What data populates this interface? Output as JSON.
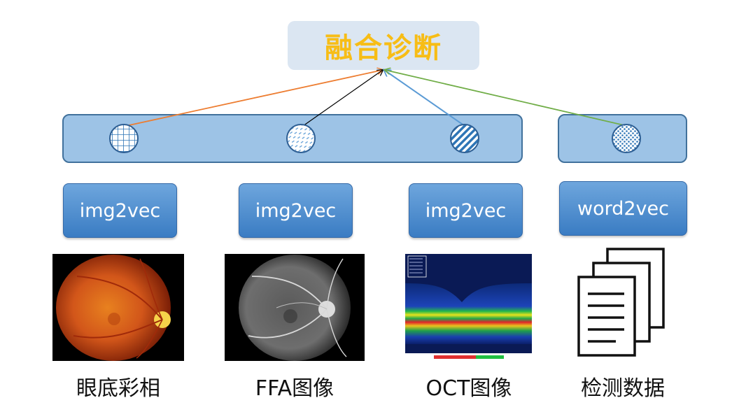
{
  "title": "融合诊断",
  "encoders": [
    "img2vec",
    "img2vec",
    "img2vec",
    "word2vec"
  ],
  "captions": [
    "眼底彩相",
    "FFA图像",
    "OCT图像",
    "检测数据"
  ],
  "colors": {
    "title_text": "#f7bd16",
    "title_bg": "#dbe6f2",
    "bar_fill": "#9dc3e6",
    "bar_border": "#41719c",
    "arrow_fundus": "#ed7d31",
    "arrow_ffa": "#000000",
    "arrow_oct": "#5b9bd5",
    "arrow_data": "#70ad47"
  }
}
